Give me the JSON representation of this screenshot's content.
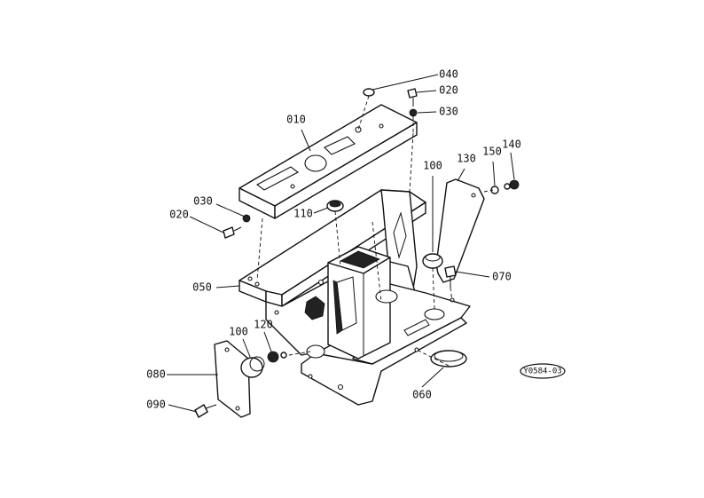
{
  "drawing": {
    "reference_code": "Y0584-03",
    "callouts": [
      {
        "id": "c040a",
        "text": "040"
      },
      {
        "id": "c020a",
        "text": "020"
      },
      {
        "id": "c030a",
        "text": "030"
      },
      {
        "id": "c010",
        "text": "010"
      },
      {
        "id": "c100a",
        "text": "100"
      },
      {
        "id": "c130",
        "text": "130"
      },
      {
        "id": "c150",
        "text": "150"
      },
      {
        "id": "c140",
        "text": "140"
      },
      {
        "id": "c030b",
        "text": "030"
      },
      {
        "id": "c020b",
        "text": "020"
      },
      {
        "id": "c110",
        "text": "110"
      },
      {
        "id": "c070",
        "text": "070"
      },
      {
        "id": "c050",
        "text": "050"
      },
      {
        "id": "c100b",
        "text": "100"
      },
      {
        "id": "c120",
        "text": "120"
      },
      {
        "id": "c080",
        "text": "080"
      },
      {
        "id": "c090",
        "text": "090"
      },
      {
        "id": "c060",
        "text": "060"
      }
    ]
  }
}
